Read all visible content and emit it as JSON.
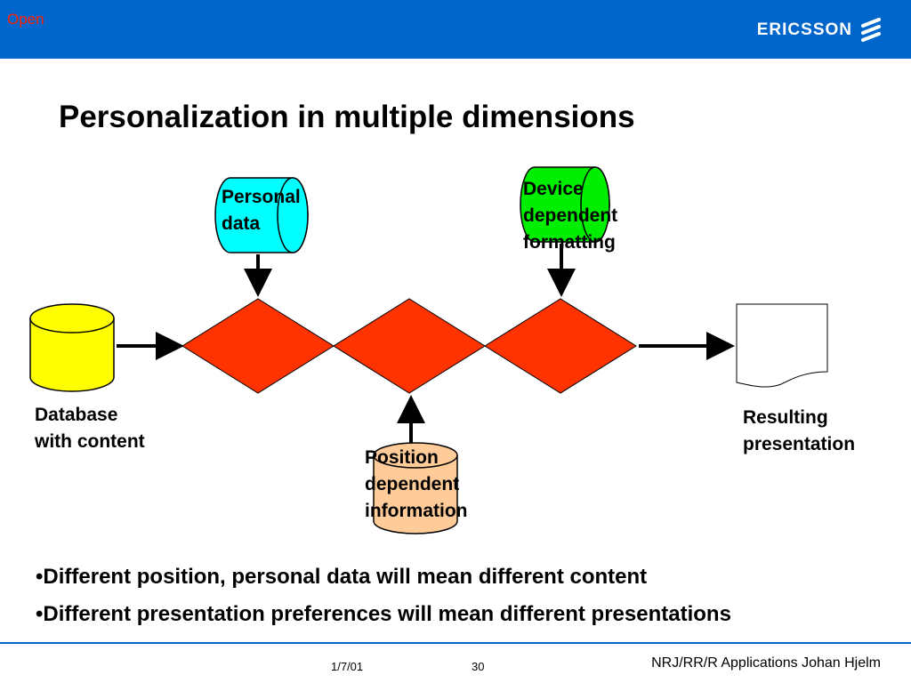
{
  "header": {
    "classification": "Open",
    "logo_text": "ERICSSON",
    "logo_icon": "ericsson-logo-icon"
  },
  "slide": {
    "title": "Personalization in multiple dimensions"
  },
  "diagram": {
    "database_label": "Database\nwith content",
    "personal_label": "Personal\ndata",
    "device_label": "Device\ndependent\nformatting",
    "position_label": "Position\ndependent\ninformation",
    "result_label": "Resulting\npresentation"
  },
  "colors": {
    "header_blue": "#0066cc",
    "database_yellow": "#ffff00",
    "personal_cyan": "#00ffff",
    "device_green": "#00ee00",
    "position_peach": "#ffcc99",
    "diamond_red": "#ff3300"
  },
  "bullets": [
    "•Different position, personal data will mean different content",
    "•Different presentation preferences will mean different presentations"
  ],
  "footer": {
    "date": "1/7/01",
    "page": "30",
    "author": "NRJ/RR/R Applications Johan Hjelm"
  }
}
